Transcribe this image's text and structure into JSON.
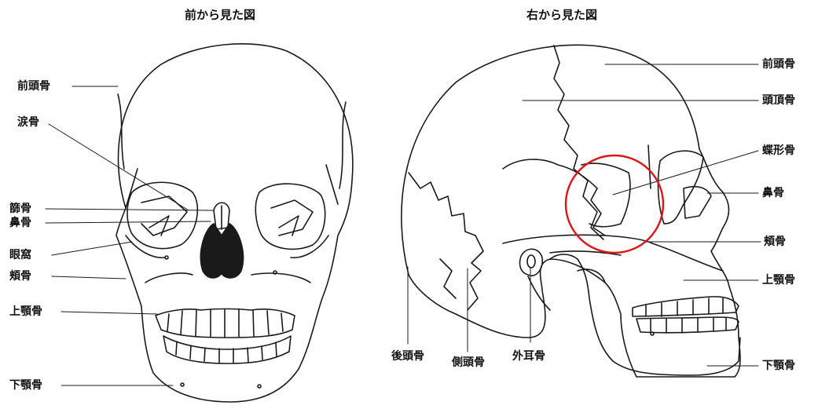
{
  "figure": {
    "front_title": "前から見た図",
    "side_title": "右から見た図"
  },
  "front_labels": {
    "frontal": "前頭骨",
    "lacrimal": "涙骨",
    "ethmoid": "篩骨",
    "nasal": "鼻骨",
    "orbit": "眼窩",
    "zygomatic": "頬骨",
    "maxilla": "上顎骨",
    "mandible": "下顎骨"
  },
  "side_labels": {
    "frontal": "前頭骨",
    "parietal": "頭頂骨",
    "sphenoid": "蝶形骨",
    "nasal": "鼻骨",
    "zygomatic": "頬骨",
    "maxilla": "上顎骨",
    "mandible": "下顎骨",
    "occipital": "後頭骨",
    "temporal": "側頭骨",
    "ear": "外耳骨"
  },
  "highlight": {
    "color": "#e01414",
    "target": "sphenoid"
  }
}
